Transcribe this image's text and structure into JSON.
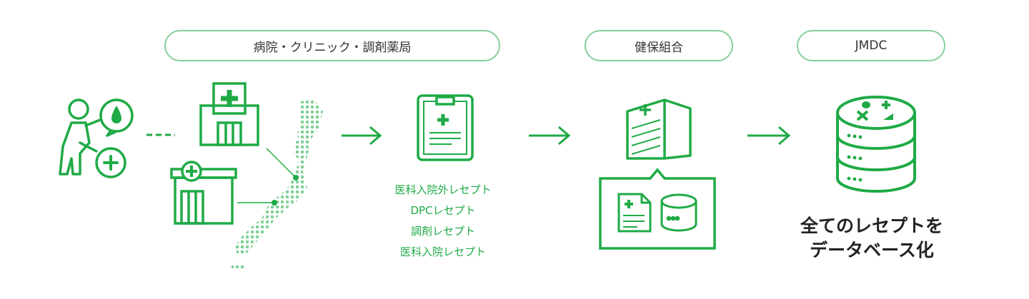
{
  "colors": {
    "accent": "#1faa46",
    "pill_border": "#86cf9a",
    "text": "#222222"
  },
  "stages": {
    "providers": "病院・クリニック・調剤薬局",
    "insurer": "健保組合",
    "jmdc": "JMDC"
  },
  "receipt_types": [
    "医科入院外レセプト",
    "DPCレセプト",
    "調剤レセプト",
    "医科入院レセプト"
  ],
  "result": {
    "line1": "全てのレセプトを",
    "line2": "データベース化"
  },
  "icons": [
    "patient-icon",
    "hospital-icon",
    "clinic-icon",
    "japan-map-icon",
    "receipt-icon",
    "insurer-building-icon",
    "document-icon",
    "database-icon",
    "arrow-right-icon"
  ]
}
